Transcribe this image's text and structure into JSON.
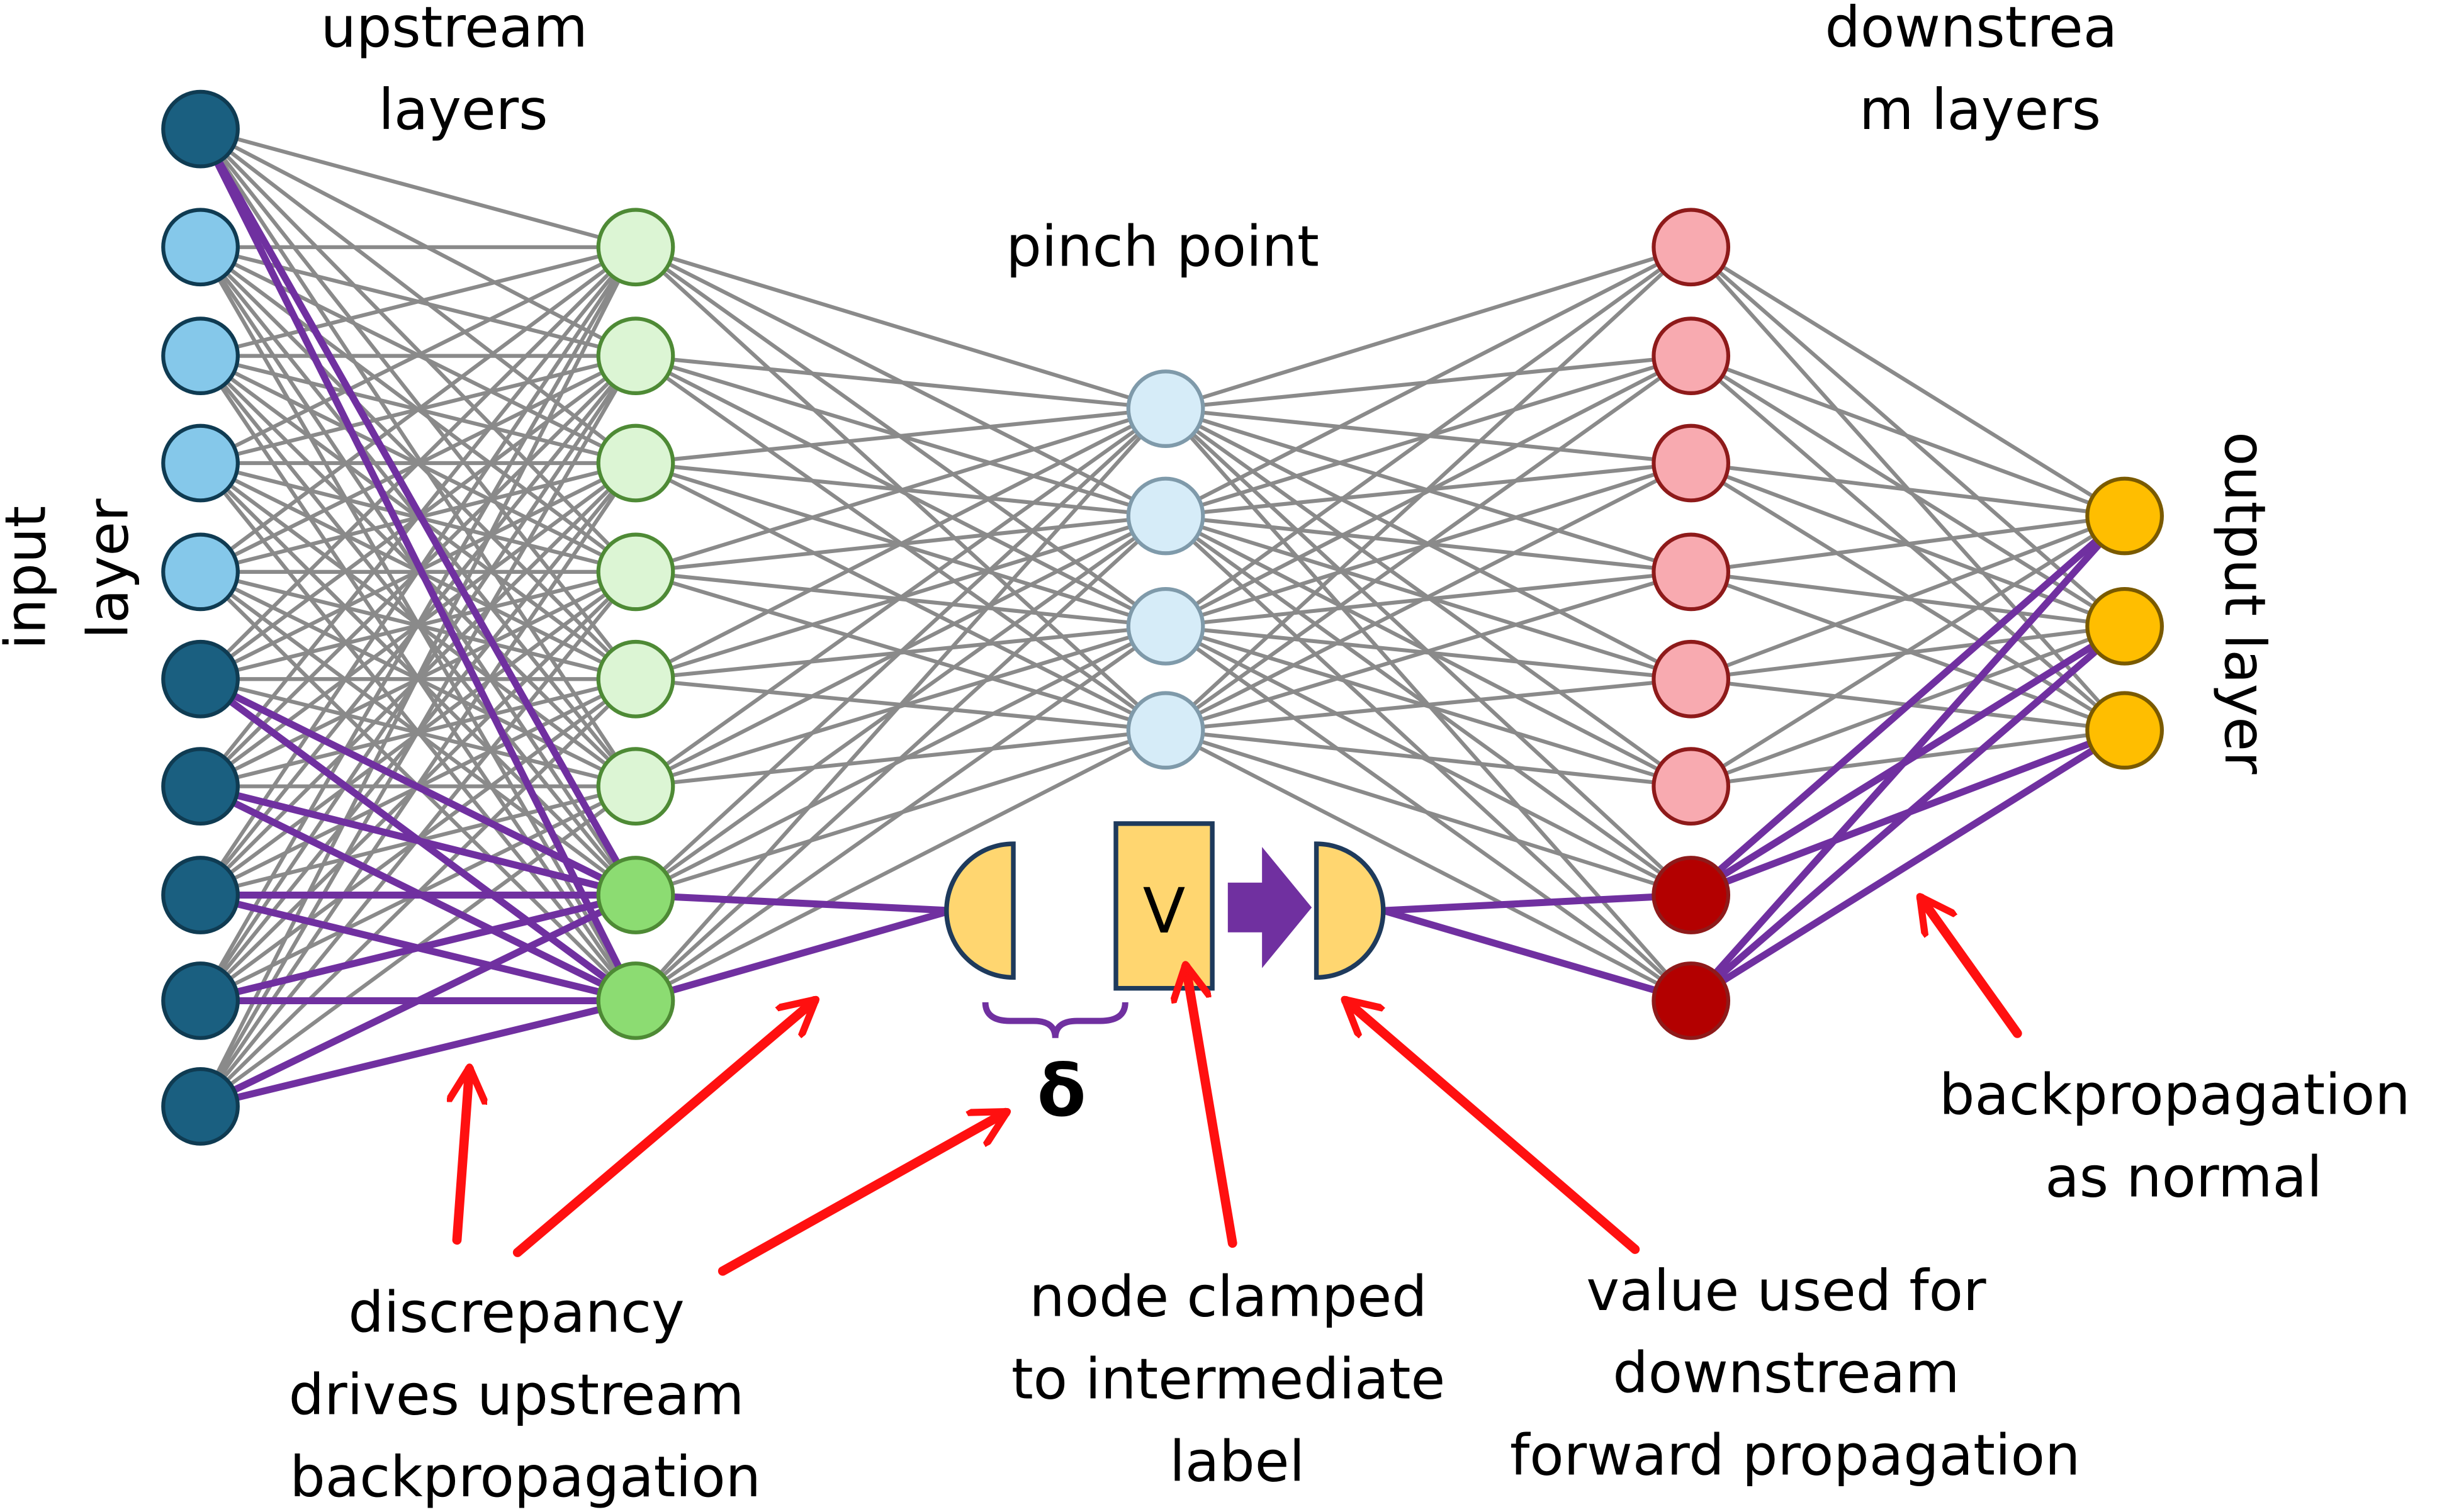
{
  "labels": {
    "input_layer": [
      "input",
      "layer"
    ],
    "upstream_layers": [
      "upstream",
      "layers"
    ],
    "pinch_point": "pinch point",
    "downstream_layers": [
      "downstrea",
      "m layers"
    ],
    "output_layer": "output layer",
    "clamp_value": "V",
    "delta": "δ"
  },
  "annotations": {
    "discrepancy": [
      "discrepancy",
      "drives upstream",
      "backpropagation"
    ],
    "clamped": [
      "node clamped",
      "to intermediate",
      "label"
    ],
    "value_used": [
      "value used for",
      "downstream",
      "forward propagation"
    ],
    "backprop_normal": [
      "backpropagation",
      "as normal"
    ]
  },
  "colors": {
    "input_dark": "#1a5f80",
    "input_light": "#85c8ea",
    "hidden1_light": "#dcf5d4",
    "hidden1_active": "#8cdc72",
    "hidden1_stroke": "#4e8a35",
    "pinch": "#d6ecf8",
    "pinch_stroke": "#7f9aaa",
    "hidden2_light": "#f8aab0",
    "hidden2_active": "#b30000",
    "hidden2_stroke": "#8e1a1a",
    "output": "#ffbe00",
    "output_stroke": "#7a5a00",
    "half_node": "#ffd670",
    "edge_gray": "#8a8a8a",
    "edge_purple": "#7030a0",
    "arrow_red": "#ff1010"
  }
}
